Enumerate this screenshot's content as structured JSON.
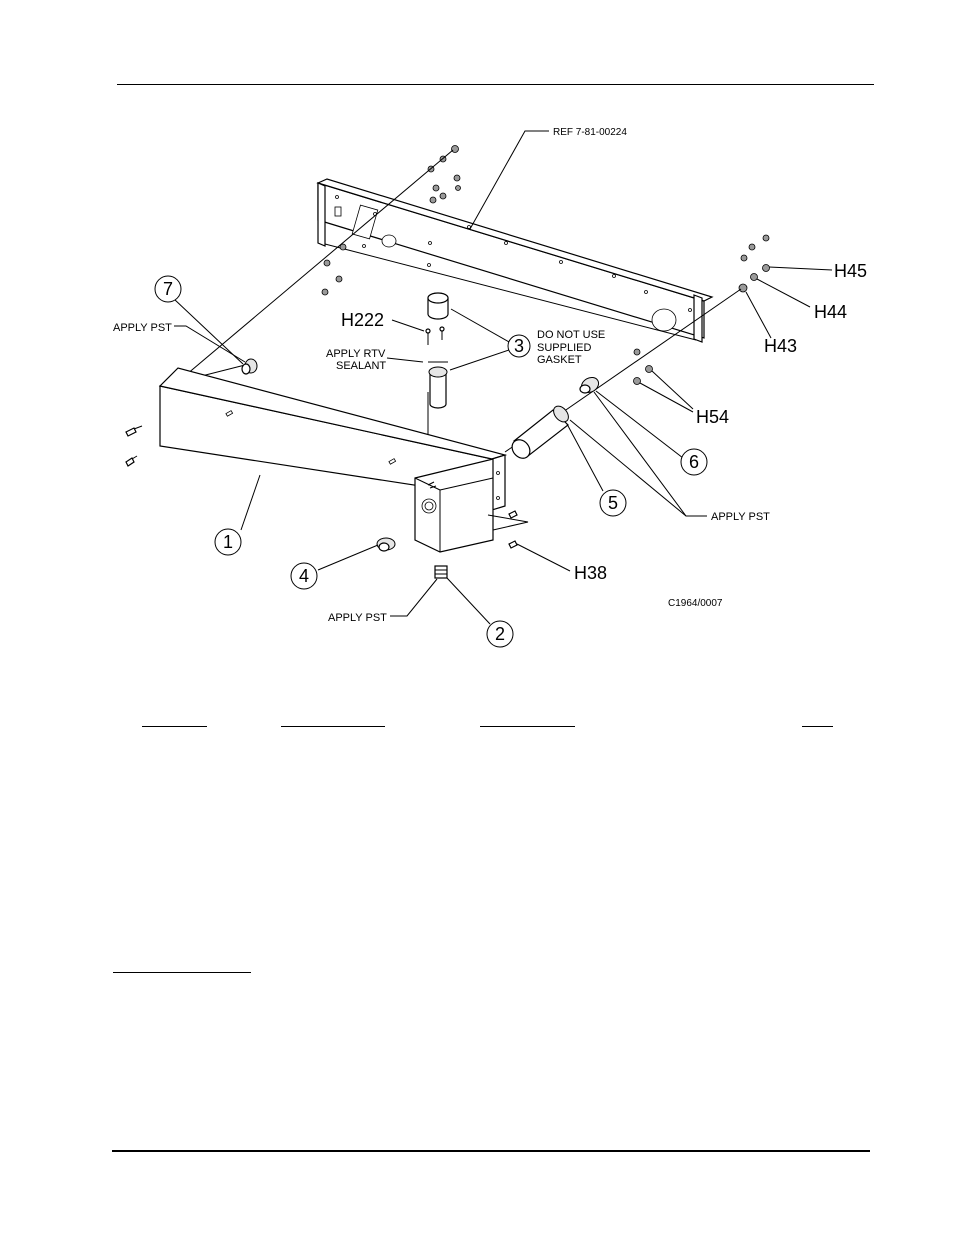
{
  "drawing": {
    "reference_note": "REF 7-81-00224",
    "drawing_id": "C1964/0007",
    "callouts": {
      "c1": "1",
      "c2": "2",
      "c3": "3",
      "c4": "4",
      "c5": "5",
      "c6": "6",
      "c7": "7"
    },
    "hardware_labels": {
      "h222": "H222",
      "h45": "H45",
      "h44": "H44",
      "h43": "H43",
      "h54": "H54",
      "h38": "H38"
    },
    "notes": {
      "apply_pst": "APPLY PST",
      "apply_rtv_line1": "APPLY RTV",
      "apply_rtv_line2": "SEALANT",
      "gasket_line1": "DO NOT USE",
      "gasket_line2": "SUPPLIED",
      "gasket_line3": "GASKET"
    }
  }
}
